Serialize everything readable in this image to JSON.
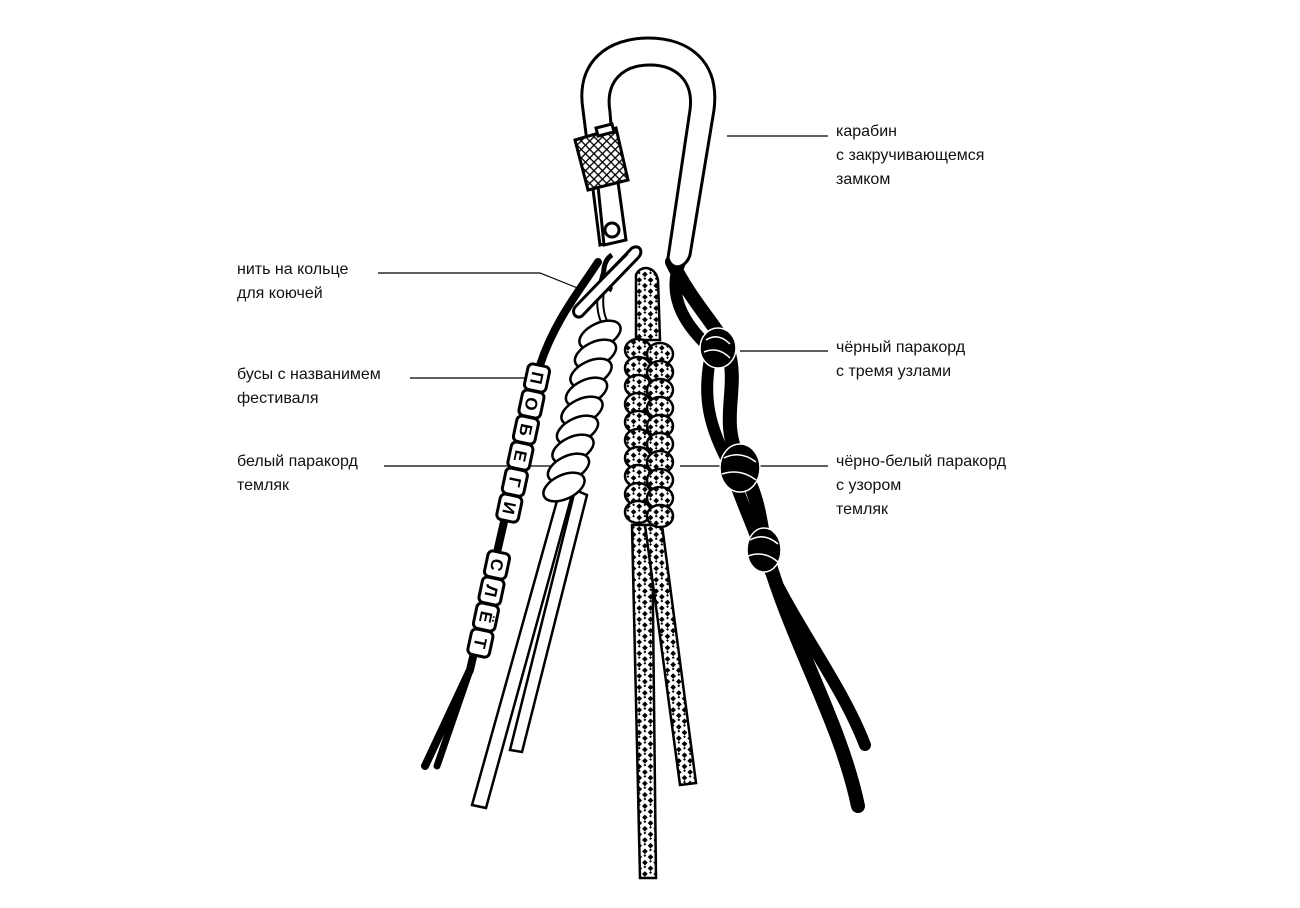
{
  "labels": {
    "carabiner": [
      "карабин",
      "с закручивающемся",
      "замком"
    ],
    "key_ring": [
      "нить на кольце",
      "для коючей"
    ],
    "beads": [
      "бусы с названимем",
      "фестиваля"
    ],
    "white_cord": [
      "белый паракорд",
      "темляк"
    ],
    "black_cord": [
      "чёрный паракорд",
      "с тремя узлами"
    ],
    "bw_cord": [
      "чёрно-белый паракорд",
      "с узором",
      "темляк"
    ]
  },
  "bead_words": [
    "ПОБЕГИ",
    "СЛЁТ"
  ],
  "colors": {
    "ink": "#000000",
    "paper": "#ffffff"
  }
}
